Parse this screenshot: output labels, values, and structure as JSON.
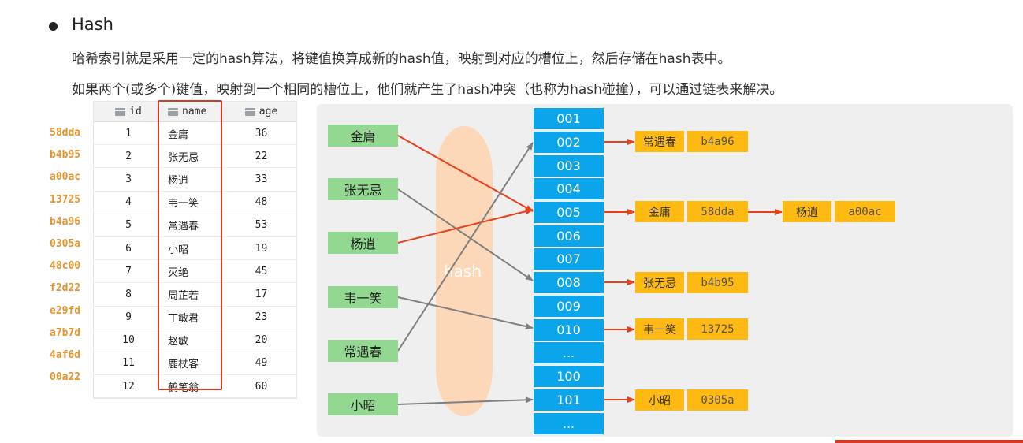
{
  "heading": "Hash",
  "paragraph1": "哈希索引就是采用一定的hash算法，将键值换算成新的hash值，映射到对应的槽位上，然后存储在hash表中。",
  "paragraph2": "如果两个(或多个)键值，映射到一个相同的槽位上，他们就产生了hash冲突（也称为hash碰撞），可以通过链表来解决。",
  "table": {
    "columns": [
      "id",
      "name",
      "age"
    ],
    "rows": [
      {
        "hash": "58dda",
        "id": "1",
        "name": "金庸",
        "age": "36"
      },
      {
        "hash": "b4b95",
        "id": "2",
        "name": "张无忌",
        "age": "22"
      },
      {
        "hash": "a00ac",
        "id": "3",
        "name": "杨逍",
        "age": "33"
      },
      {
        "hash": "13725",
        "id": "4",
        "name": "韦一笑",
        "age": "48"
      },
      {
        "hash": "b4a96",
        "id": "5",
        "name": "常遇春",
        "age": "53"
      },
      {
        "hash": "0305a",
        "id": "6",
        "name": "小昭",
        "age": "19"
      },
      {
        "hash": "48c00",
        "id": "7",
        "name": "灭绝",
        "age": "45"
      },
      {
        "hash": "f2d22",
        "id": "8",
        "name": "周芷若",
        "age": "17"
      },
      {
        "hash": "e29fd",
        "id": "9",
        "name": "丁敏君",
        "age": "23"
      },
      {
        "hash": "a7b7d",
        "id": "10",
        "name": "赵敏",
        "age": "20"
      },
      {
        "hash": "4af6d",
        "id": "11",
        "name": "鹿杖客",
        "age": "49"
      },
      {
        "hash": "00a22",
        "id": "12",
        "name": "鹤笔翁",
        "age": "60"
      }
    ]
  },
  "diagram": {
    "hash_label": "hash",
    "keys": [
      "金庸",
      "张无忌",
      "杨逍",
      "韦一笑",
      "常遇春",
      "小昭"
    ],
    "slots": [
      "001",
      "002",
      "003",
      "004",
      "005",
      "006",
      "007",
      "008",
      "009",
      "010",
      "...",
      "100",
      "101",
      "..."
    ],
    "entries": {
      "e002": {
        "name": "常遇春",
        "hash": "b4a96"
      },
      "e005a": {
        "name": "金庸",
        "hash": "58dda"
      },
      "e005b": {
        "name": "杨逍",
        "hash": "a00ac"
      },
      "e008": {
        "name": "张无忌",
        "hash": "b4b95"
      },
      "e010": {
        "name": "韦一笑",
        "hash": "13725"
      },
      "e101": {
        "name": "小昭",
        "hash": "0305a"
      }
    },
    "mappings": [
      {
        "key": "金庸",
        "slot": "005"
      },
      {
        "key": "张无忌",
        "slot": "008"
      },
      {
        "key": "杨逍",
        "slot": "005"
      },
      {
        "key": "韦一笑",
        "slot": "010"
      },
      {
        "key": "常遇春",
        "slot": "002"
      },
      {
        "key": "小昭",
        "slot": "101"
      }
    ],
    "colors": {
      "key_box": "#92d890",
      "slot_box": "#0ba5ec",
      "entry_box": "#ffb913",
      "collision_arrow": "#e8401c",
      "mapping_arrow": "#808080",
      "hash_band": "#fcd7b8",
      "highlight_box": "#d93a26"
    }
  }
}
